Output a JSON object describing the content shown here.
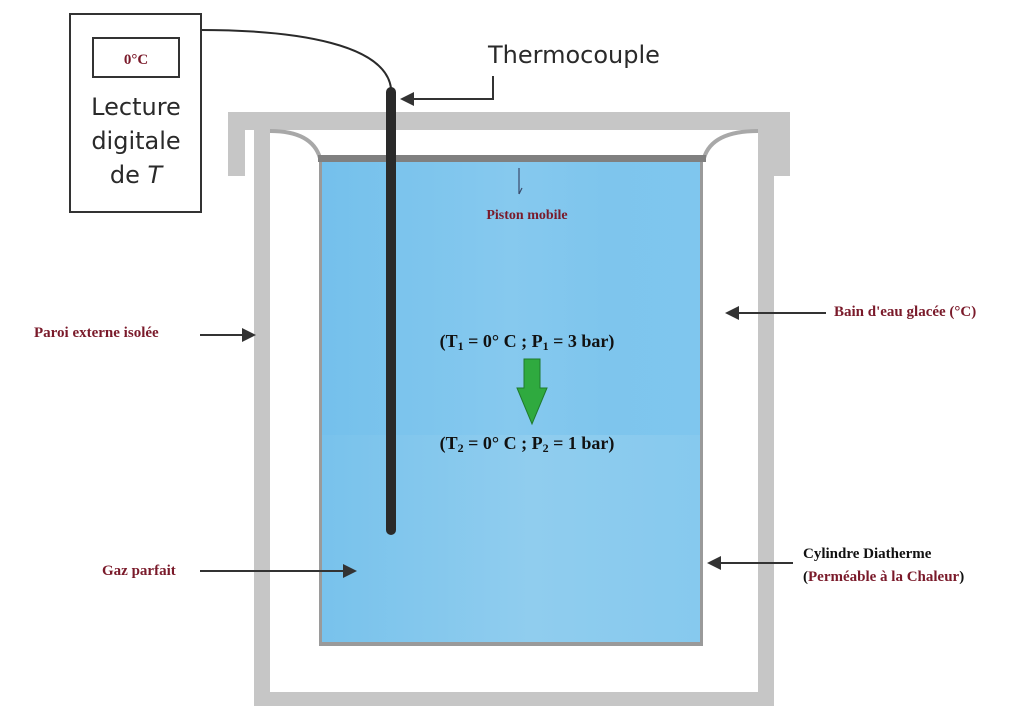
{
  "colors": {
    "label_red": "#7a1a2a",
    "text_dark": "#1a1a1a",
    "wall_gray": "#c6c6c6",
    "piston_gray": "#808080",
    "cylinder_border": "#9a9a9a",
    "water_blue": "#79c2ec",
    "water_blue_light": "#8ccbee",
    "thermocouple": "#2a2a2a",
    "arrow_green": "#2faa3f"
  },
  "display": {
    "reading": "0°C",
    "caption_line1": "Lecture",
    "caption_line2": "digitale",
    "caption_line3_prefix": "de ",
    "caption_line3_var": "T"
  },
  "labels": {
    "thermocouple": "Thermocouple",
    "piston": "Piston mobile",
    "outer_wall": "Paroi externe isolée",
    "ice_bath": "Bain d'eau glacée (°C)",
    "ideal_gas": "Gaz parfait",
    "cylinder_line1": "Cylindre Diatherme",
    "cylinder_line2_open": "(",
    "cylinder_line2": "Perméable à la Chaleur",
    "cylinder_line2_close": ")"
  },
  "states": {
    "initial": {
      "T_sym": "T",
      "T_sub": "1",
      "T_val": " = 0° C ; ",
      "P_sym": "P",
      "P_sub": "1",
      "P_val": " = 3 bar)",
      "open": "("
    },
    "final": {
      "T_sym": "T",
      "T_sub": "2",
      "T_val": " = 0° C ; ",
      "P_sym": "P",
      "P_sub": "2",
      "P_val": " = 1 bar)",
      "open": "("
    }
  },
  "icons": {
    "process_arrow": "arrow-down",
    "pointer_arrows": "arrow-left / arrow-right"
  }
}
